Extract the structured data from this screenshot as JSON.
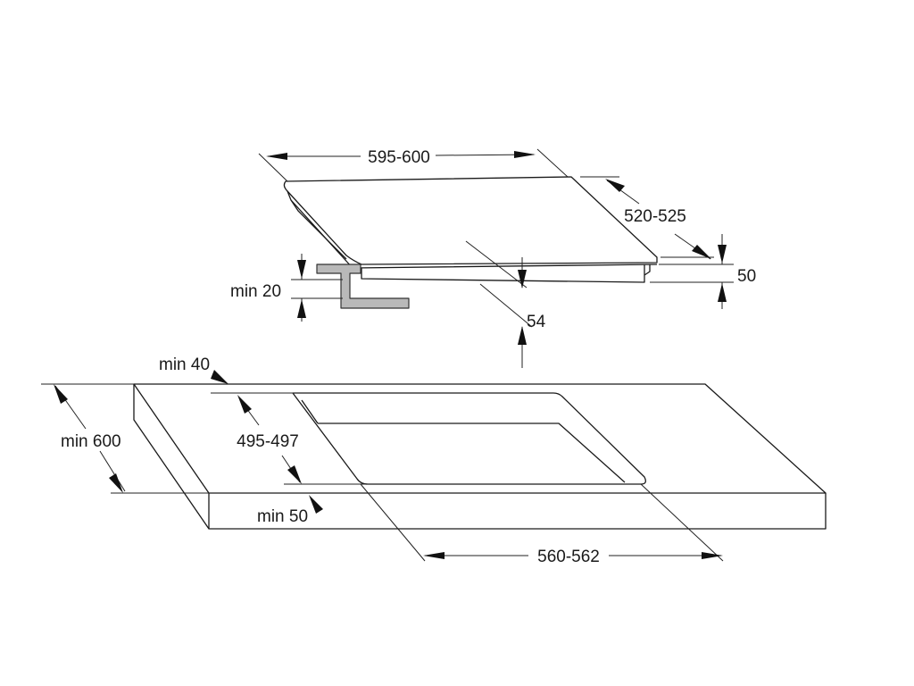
{
  "diagram": {
    "colors": {
      "line": "#1a1a1a",
      "bracket_fill": "#b9b9b9",
      "background": "#ffffff"
    },
    "dimensions": {
      "hob_width": "595-600",
      "hob_depth": "520-525",
      "hob_height": "50",
      "clearance_under": "54",
      "bracket_min": "min 20",
      "worktop_front_min": "min 40",
      "worktop_depth_min": "min 600",
      "cutout_depth": "495-497",
      "front_edge_min": "min 50",
      "cutout_width": "560-562"
    }
  }
}
